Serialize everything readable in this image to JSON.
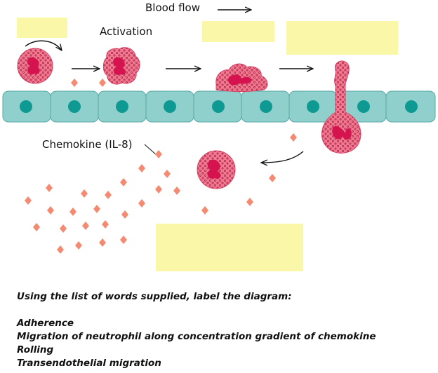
{
  "labels": {
    "blood_flow": "Blood flow",
    "activation": "Activation",
    "chemokine": "Chemokine (IL-8)"
  },
  "instructions": {
    "prompt": "Using the list of words supplied, label the diagram:",
    "words": [
      "Adherence",
      "Migration of neutrophil along concentration gradient of chemokine",
      "Rolling",
      "Transendothelial migration"
    ]
  },
  "colors": {
    "endothelium": "#8fd0cc",
    "endothelium_border": "#5aa7a3",
    "nucleus": "#0e9a93",
    "neutrophil": "#f07a90",
    "neutrophil_nucleus": "#d4134f",
    "chemokine": "#f58a73",
    "label_box": "#fbf7a8"
  }
}
